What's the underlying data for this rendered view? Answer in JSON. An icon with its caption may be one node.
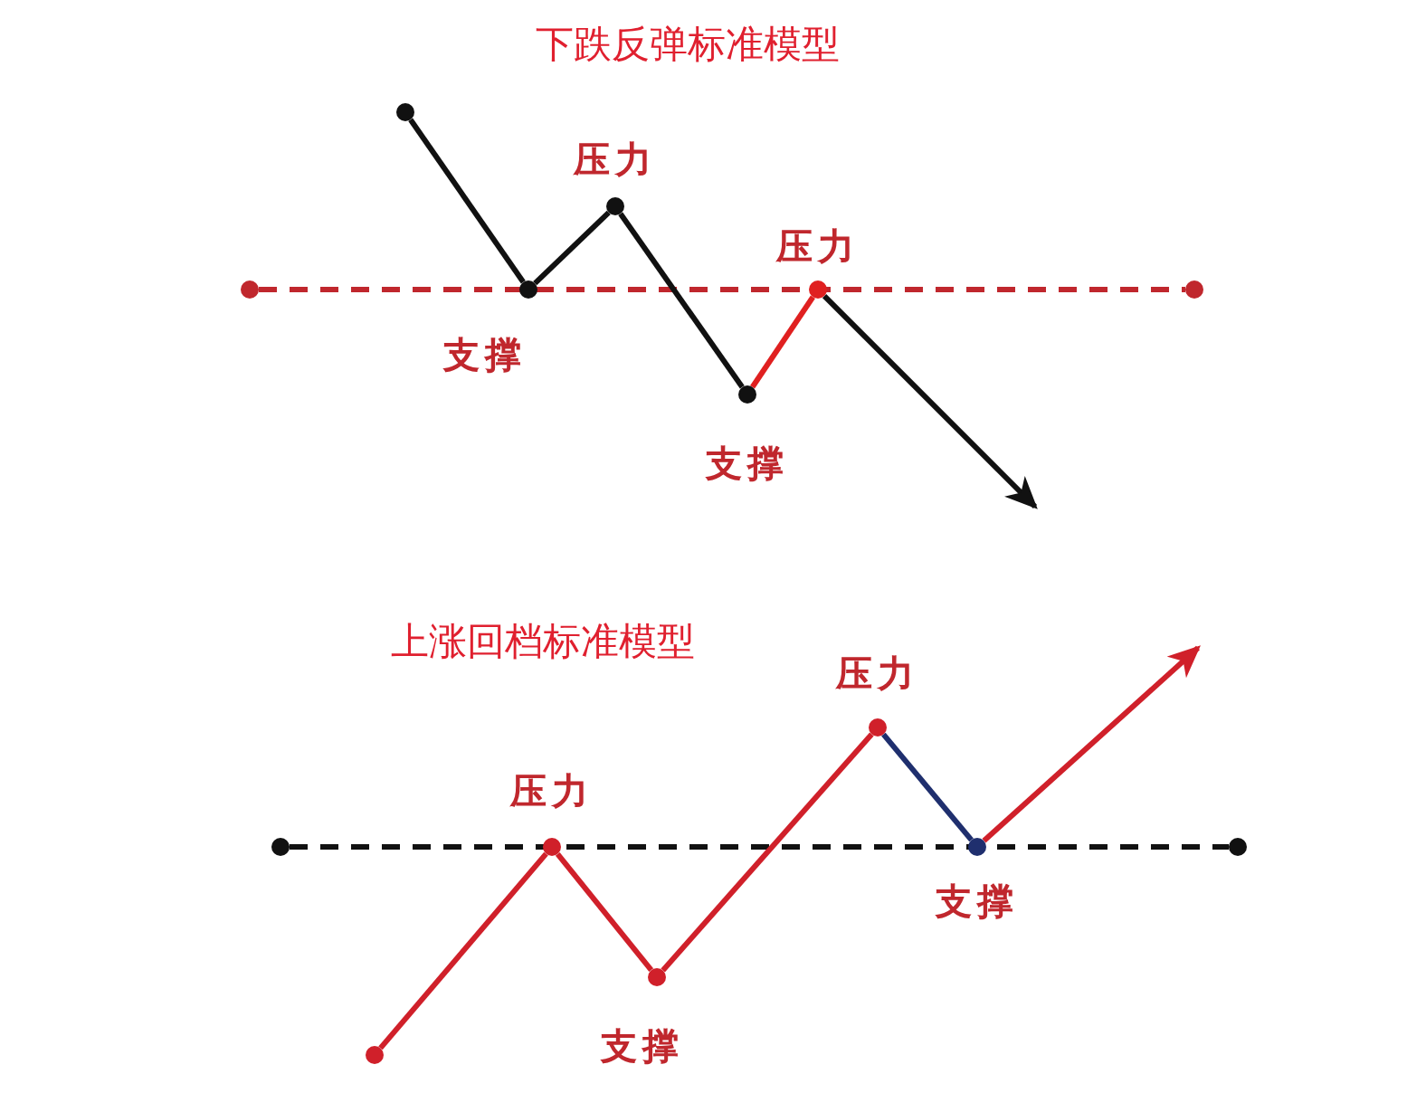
{
  "diagram": {
    "nodes": [
      {
        "text": [],
        "shape": "circle"
      },
      {
        "text": [],
        "shape": "circle"
      },
      {
        "text": [],
        "shape": "circle"
      },
      {
        "text": [],
        "shape": "circle",
        "beside": [
          "支撑"
        ]
      },
      {
        "text": [],
        "shape": "circle",
        "beside": [
          "压力"
        ]
      },
      {
        "text": [],
        "shape": "circle",
        "beside": [
          "支撑"
        ]
      },
      {
        "text": [],
        "shape": "circle",
        "beside": [
          "压力"
        ]
      },
      {
        "text": [],
        "shape": "circle"
      },
      {
        "text": [],
        "shape": "circle"
      },
      {
        "text": [],
        "shape": "circle"
      },
      {
        "text": [],
        "shape": "circle",
        "beside": [
          "压力"
        ]
      },
      {
        "text": [],
        "shape": "circle",
        "beside": [
          "支撑"
        ]
      },
      {
        "text": [],
        "shape": "circle",
        "beside": [
          "压力"
        ]
      },
      {
        "text": [],
        "shape": "circle",
        "beside": [
          "支撑"
        ]
      }
    ],
    "edges": [
      {
        "from": 0,
        "to": 1,
        "arrow": "none",
        "style": "dashed",
        "color": "#c0272d"
      },
      {
        "from": 2,
        "to": 3,
        "arrow": "none",
        "color": "#111111"
      },
      {
        "from": 3,
        "to": 4,
        "arrow": "none",
        "color": "#111111"
      },
      {
        "from": 4,
        "to": 5,
        "arrow": "none",
        "color": "#111111"
      },
      {
        "from": 5,
        "to": 6,
        "arrow": "none",
        "color": "#e02020"
      },
      {
        "from": 6,
        "to": null,
        "arrow": "to",
        "color": "#111111"
      },
      {
        "from": 7,
        "to": 8,
        "arrow": "none",
        "style": "dashed",
        "color": "#111111"
      },
      {
        "from": 9,
        "to": 10,
        "arrow": "none",
        "color": "#d0202a"
      },
      {
        "from": 10,
        "to": 11,
        "arrow": "none",
        "color": "#d0202a"
      },
      {
        "from": 11,
        "to": 12,
        "arrow": "none",
        "color": "#d0202a"
      },
      {
        "from": 12,
        "to": 13,
        "arrow": "none",
        "color": "#1f2f6e"
      },
      {
        "from": 13,
        "to": null,
        "arrow": "to",
        "color": "#d0202a"
      }
    ],
    "labels": [
      "下跌反弹标准模型",
      "上涨回档标准模型"
    ]
  }
}
